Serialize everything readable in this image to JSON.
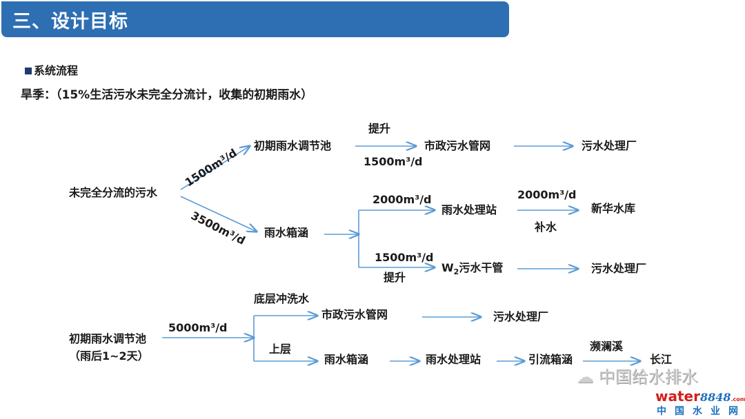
{
  "header": {
    "title": "三、设计目标"
  },
  "section": {
    "title": "系统流程"
  },
  "subtitle": "旱季：（15%生活污水未完全分流计，收集的初期雨水）",
  "diagram": {
    "source": "未完全分流的污水",
    "flow_upper": "1500m³/d",
    "flow_lower": "3500m³/d",
    "n_initial_pool": "初期雨水调节池",
    "lift1": "提升",
    "flow_lift1": "1500m³/d",
    "n_municipal": "市政污水管网",
    "n_plant1": "污水处理厂",
    "n_culvert": "雨水箱涵",
    "flow_a": "2000m³/d",
    "n_rain_station": "雨水处理站",
    "flow_b": "2000m³/d",
    "supply": "补水",
    "n_reservoir": "新华水库",
    "flow_c": "1500m³/d",
    "lift2": "提升",
    "n_w2": "W",
    "n_w2_sub": "2",
    "n_w2_rest": "污水干管",
    "n_plant2": "污水处理厂",
    "bottom_wash": "底层冲洗水",
    "pool2": "初期雨水调节池",
    "pool2_note": "（雨后1~2天）",
    "flow_d": "5000m³/d",
    "n_municipal2": "市政污水管网",
    "n_plant3": "污水处理厂",
    "upper": "上层",
    "n_culvert2": "雨水箱涵",
    "n_rain_station2": "雨水处理站",
    "n_diversion": "引流箱涵",
    "creek": "濒澜溪",
    "n_river": "长江"
  },
  "watermark": {
    "text": "中国给水排水",
    "logo_a": "water",
    "logo_b": "8848",
    "logo_c": ".com",
    "logo_cn": "中国水业网"
  },
  "colors": {
    "header": "#2e6fb3",
    "arrow": "#5b9bd5"
  }
}
